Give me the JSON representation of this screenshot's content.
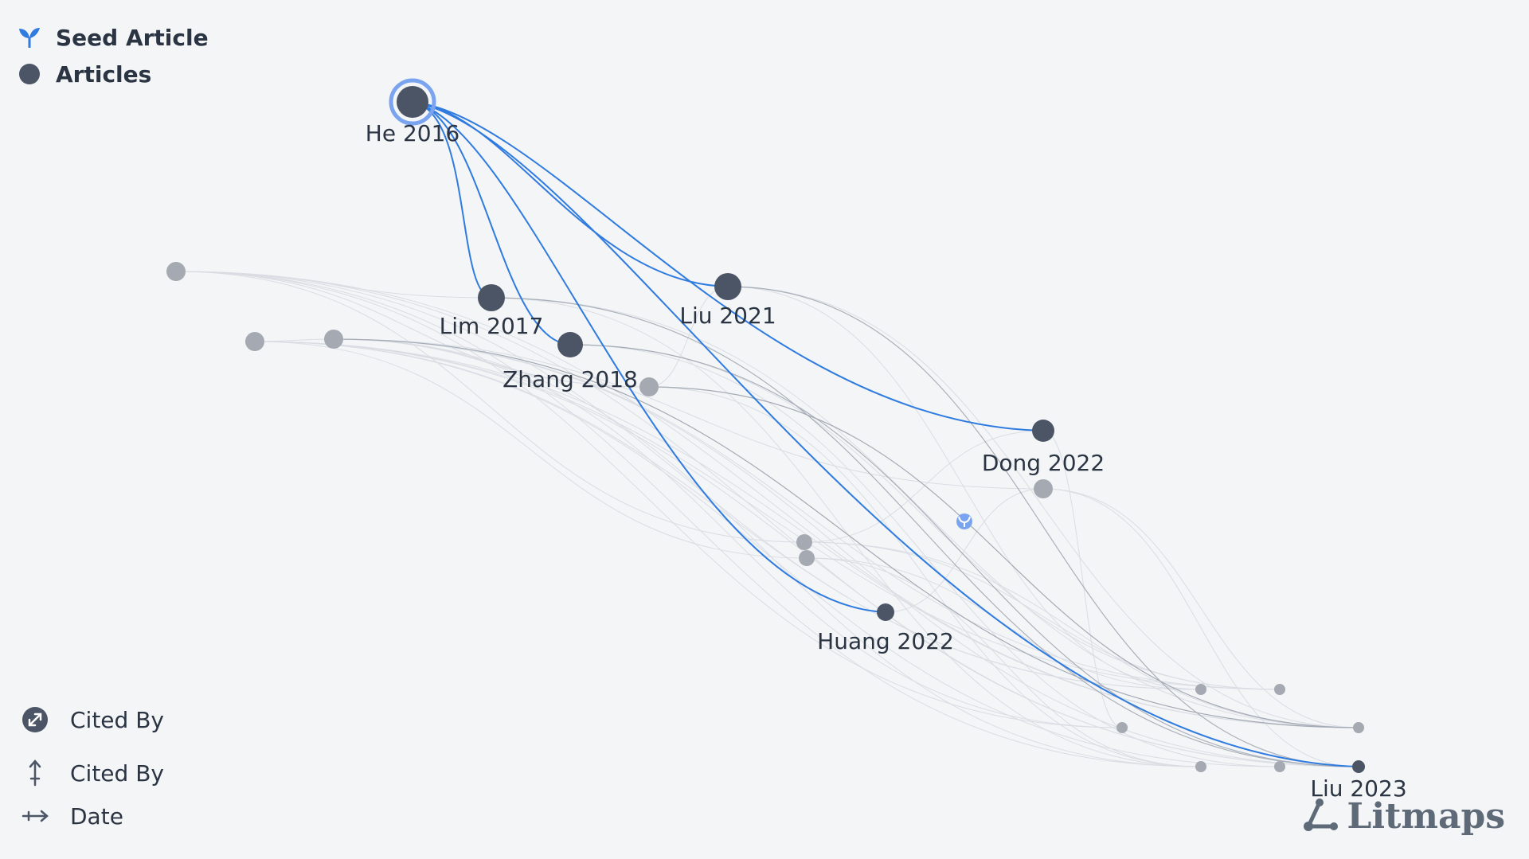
{
  "legend": {
    "seed_label": "Seed Article",
    "articles_label": "Articles",
    "seed_icon": "sprout-icon",
    "articles_icon": "filled-circle-icon"
  },
  "axis_legend": {
    "size_label": "Cited By",
    "y_label": "Cited By",
    "x_label": "Date",
    "size_icon": "diagonal-resize-icon",
    "y_icon": "vertical-arrow-icon",
    "x_icon": "horizontal-arrow-icon"
  },
  "brand": {
    "name": "Litmaps",
    "icon": "litmaps-logo-icon"
  },
  "colors": {
    "background": "#f3f5f7",
    "accent": "#2f7be0",
    "node_dark": "#4b5565",
    "node_light": "#a4a9b2",
    "seed_ring": "#7aa3f0"
  },
  "labels": {
    "he2016": "He 2016",
    "lim2017": "Lim 2017",
    "zhang2018": "Zhang 2018",
    "liu2021": "Liu 2021",
    "dong2022": "Dong 2022",
    "huang2022": "Huang 2022",
    "liu2023": "Liu 2023"
  }
}
